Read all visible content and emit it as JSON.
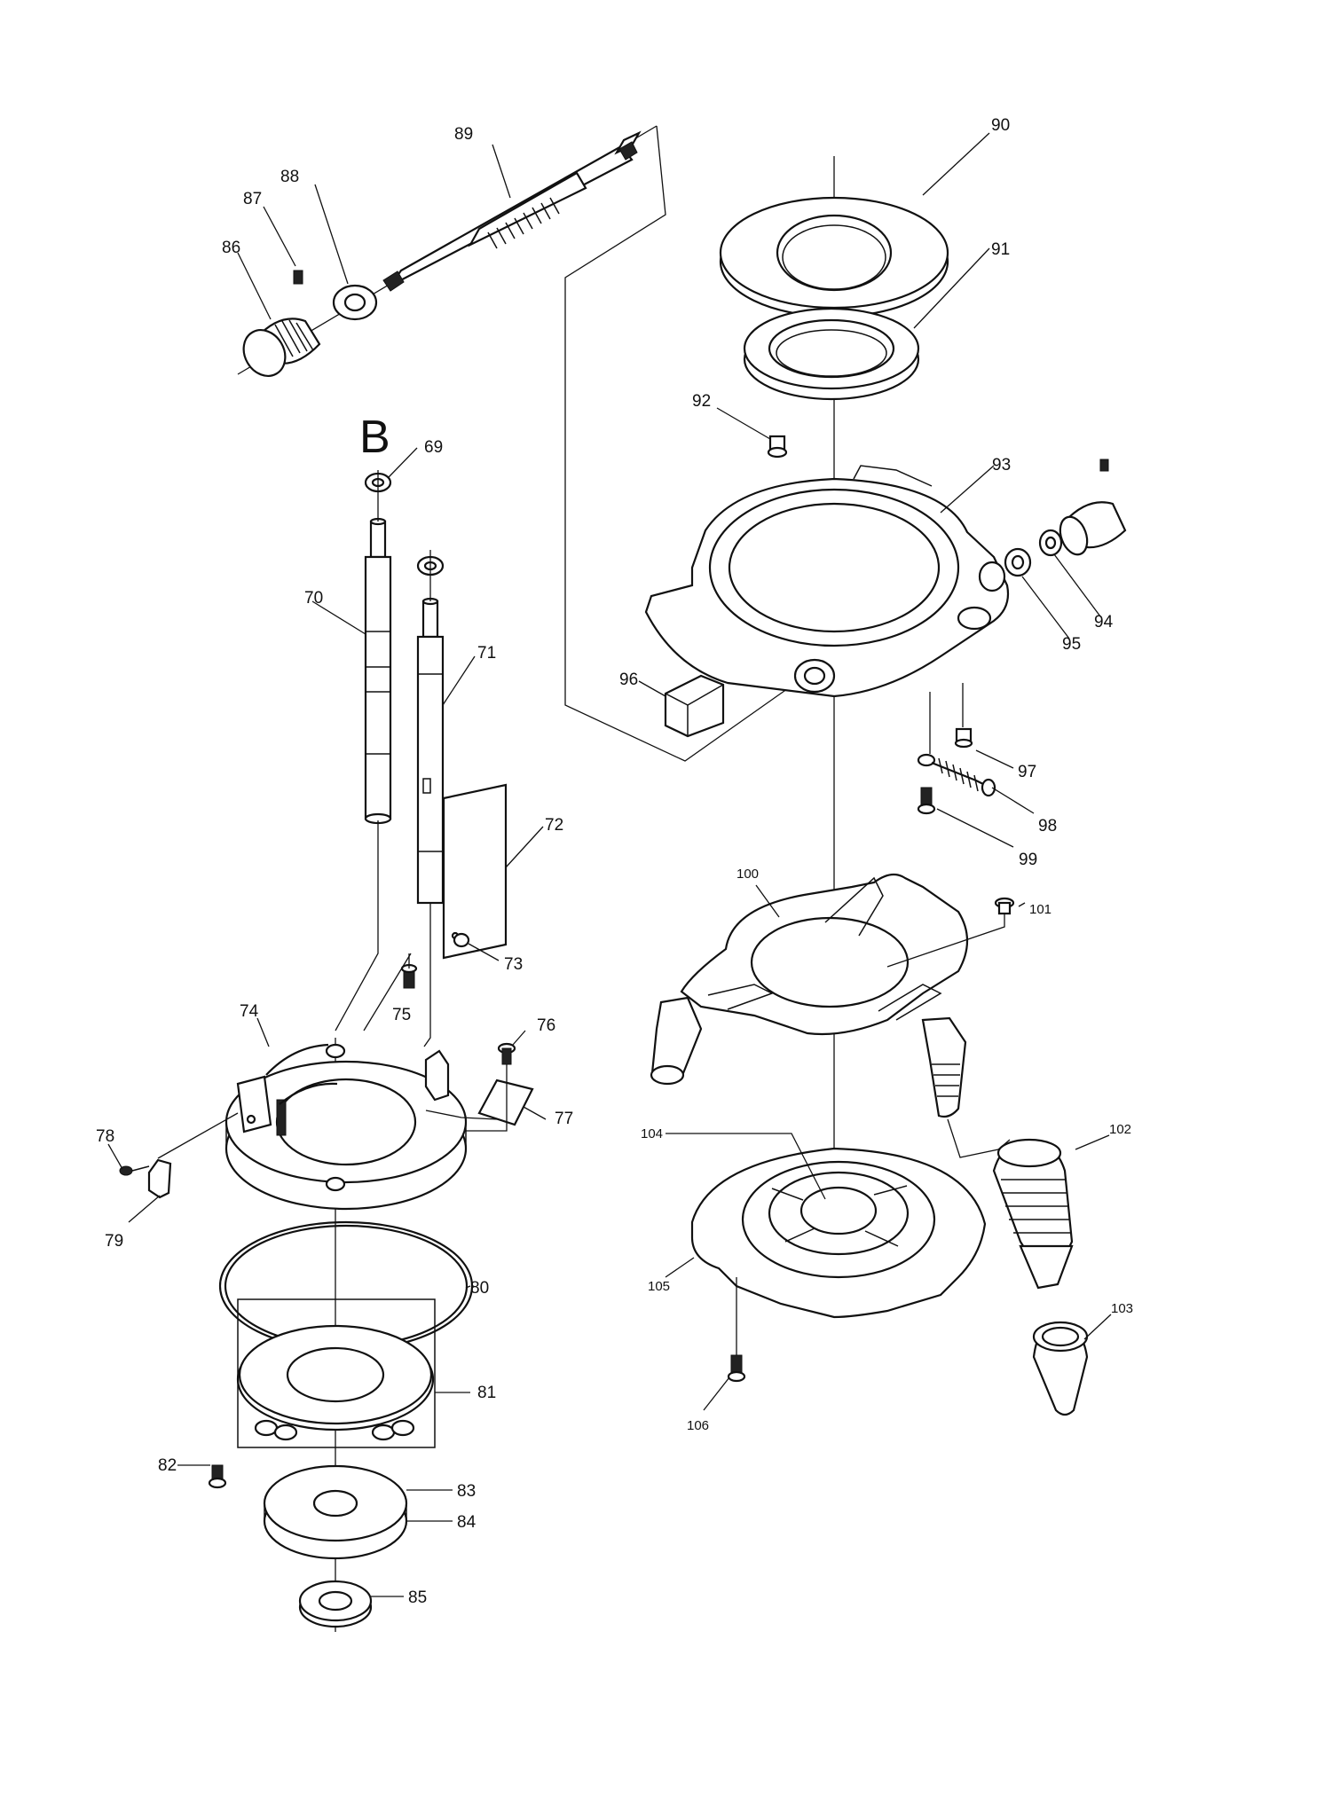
{
  "section_label": "B",
  "callouts": [
    {
      "id": "p69",
      "text": "69"
    },
    {
      "id": "p70",
      "text": "70"
    },
    {
      "id": "p71",
      "text": "71"
    },
    {
      "id": "p72",
      "text": "72"
    },
    {
      "id": "p73",
      "text": "73"
    },
    {
      "id": "p74",
      "text": "74"
    },
    {
      "id": "p75",
      "text": "75"
    },
    {
      "id": "p76",
      "text": "76"
    },
    {
      "id": "p77",
      "text": "77"
    },
    {
      "id": "p78",
      "text": "78"
    },
    {
      "id": "p79",
      "text": "79"
    },
    {
      "id": "p80",
      "text": "80"
    },
    {
      "id": "p81",
      "text": "81"
    },
    {
      "id": "p82",
      "text": "82"
    },
    {
      "id": "p83",
      "text": "83"
    },
    {
      "id": "p84",
      "text": "84"
    },
    {
      "id": "p85",
      "text": "85"
    },
    {
      "id": "p86",
      "text": "86"
    },
    {
      "id": "p87",
      "text": "87"
    },
    {
      "id": "p88",
      "text": "88"
    },
    {
      "id": "p89",
      "text": "89"
    },
    {
      "id": "p90",
      "text": "90"
    },
    {
      "id": "p91",
      "text": "91"
    },
    {
      "id": "p92",
      "text": "92"
    },
    {
      "id": "p93",
      "text": "93"
    },
    {
      "id": "p94",
      "text": "94"
    },
    {
      "id": "p95",
      "text": "95"
    },
    {
      "id": "p96",
      "text": "96"
    },
    {
      "id": "p97",
      "text": "97"
    },
    {
      "id": "p98",
      "text": "98"
    },
    {
      "id": "p99",
      "text": "99"
    },
    {
      "id": "p100",
      "text": "100"
    },
    {
      "id": "p101",
      "text": "101"
    },
    {
      "id": "p102",
      "text": "102"
    },
    {
      "id": "p103",
      "text": "103"
    },
    {
      "id": "p104",
      "text": "104"
    },
    {
      "id": "p105",
      "text": "105"
    },
    {
      "id": "p106",
      "text": "106"
    }
  ]
}
